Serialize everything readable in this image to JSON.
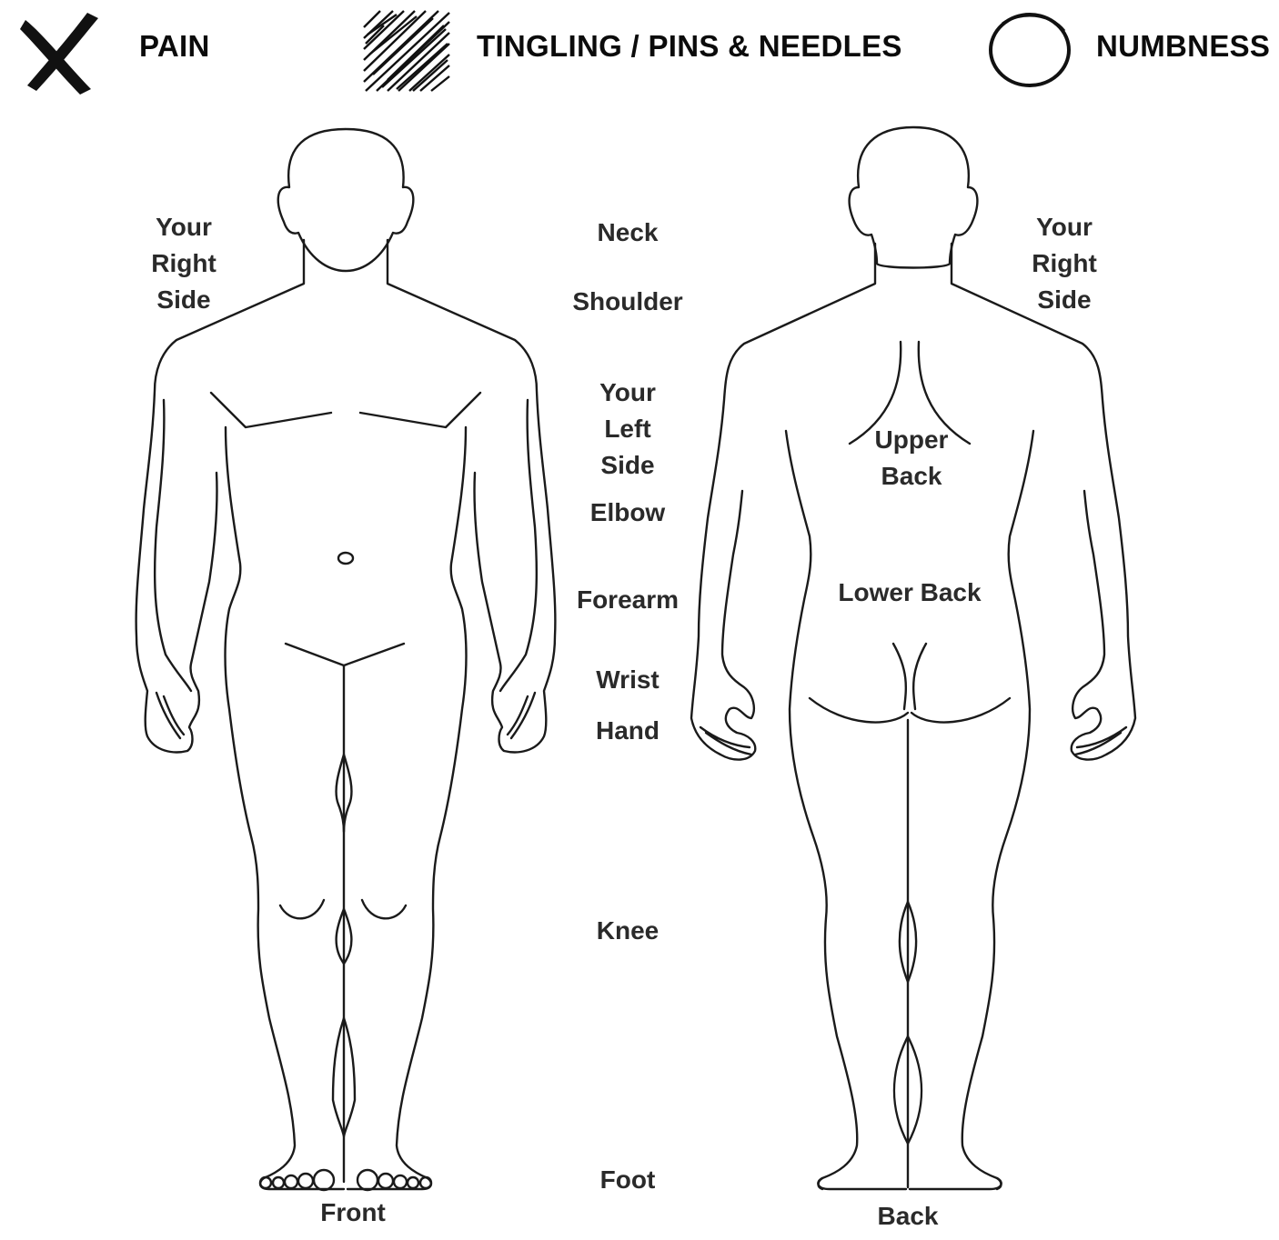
{
  "legend": {
    "pain": {
      "label": "PAIN",
      "icon": "x-mark-icon"
    },
    "tingling": {
      "label": "TINGLING / PINS & NEEDLES",
      "icon": "hatch-scribble-icon"
    },
    "numbness": {
      "label": "NUMBNESS",
      "icon": "circle-icon"
    }
  },
  "front": {
    "caption": "Front",
    "side_label": [
      "Your",
      "Right",
      "Side"
    ]
  },
  "back": {
    "caption": "Back",
    "side_label": [
      "Your",
      "Right",
      "Side"
    ],
    "upper_back": [
      "Upper",
      "Back"
    ],
    "lower_back": "Lower Back"
  },
  "center_labels": {
    "neck": "Neck",
    "shoulder": "Shoulder",
    "left_side": [
      "Your",
      "Left",
      "Side"
    ],
    "elbow": "Elbow",
    "forearm": "Forearm",
    "wrist": "Wrist",
    "hand": "Hand",
    "knee": "Knee",
    "foot": "Foot"
  },
  "colors": {
    "outline": "#1a1a1a",
    "text": "#2a2a2a",
    "legend_text": "#0b0b0b"
  }
}
